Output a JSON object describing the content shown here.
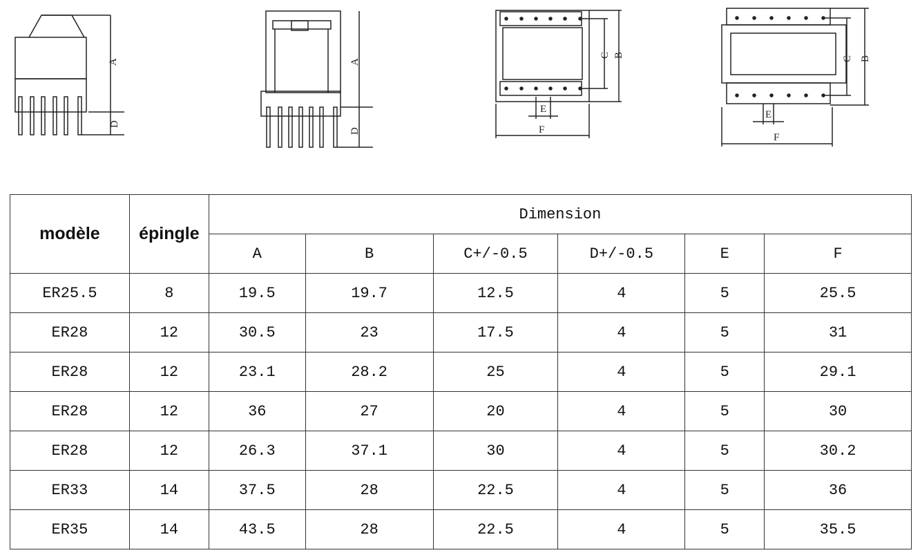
{
  "drawings": {
    "labels": {
      "A": "A",
      "B": "B",
      "C": "C",
      "D": "D",
      "E": "E",
      "F": "F"
    }
  },
  "table": {
    "headers": {
      "model": "modèle",
      "pin": "épingle",
      "dimension": "Dimension",
      "columns": [
        "A",
        "B",
        "C+/-0.5",
        "D+/-0.5",
        "E",
        "F"
      ]
    },
    "rows": [
      [
        "ER25.5",
        "8",
        "19.5",
        "19.7",
        "12.5",
        "4",
        "5",
        "25.5"
      ],
      [
        "ER28",
        "12",
        "30.5",
        "23",
        "17.5",
        "4",
        "5",
        "31"
      ],
      [
        "ER28",
        "12",
        "23.1",
        "28.2",
        "25",
        "4",
        "5",
        "29.1"
      ],
      [
        "ER28",
        "12",
        "36",
        "27",
        "20",
        "4",
        "5",
        "30"
      ],
      [
        "ER28",
        "12",
        "26.3",
        "37.1",
        "30",
        "4",
        "5",
        "30.2"
      ],
      [
        "ER33",
        "14",
        "37.5",
        "28",
        "22.5",
        "4",
        "5",
        "36"
      ],
      [
        "ER35",
        "14",
        "43.5",
        "28",
        "22.5",
        "4",
        "5",
        "35.5"
      ]
    ]
  }
}
